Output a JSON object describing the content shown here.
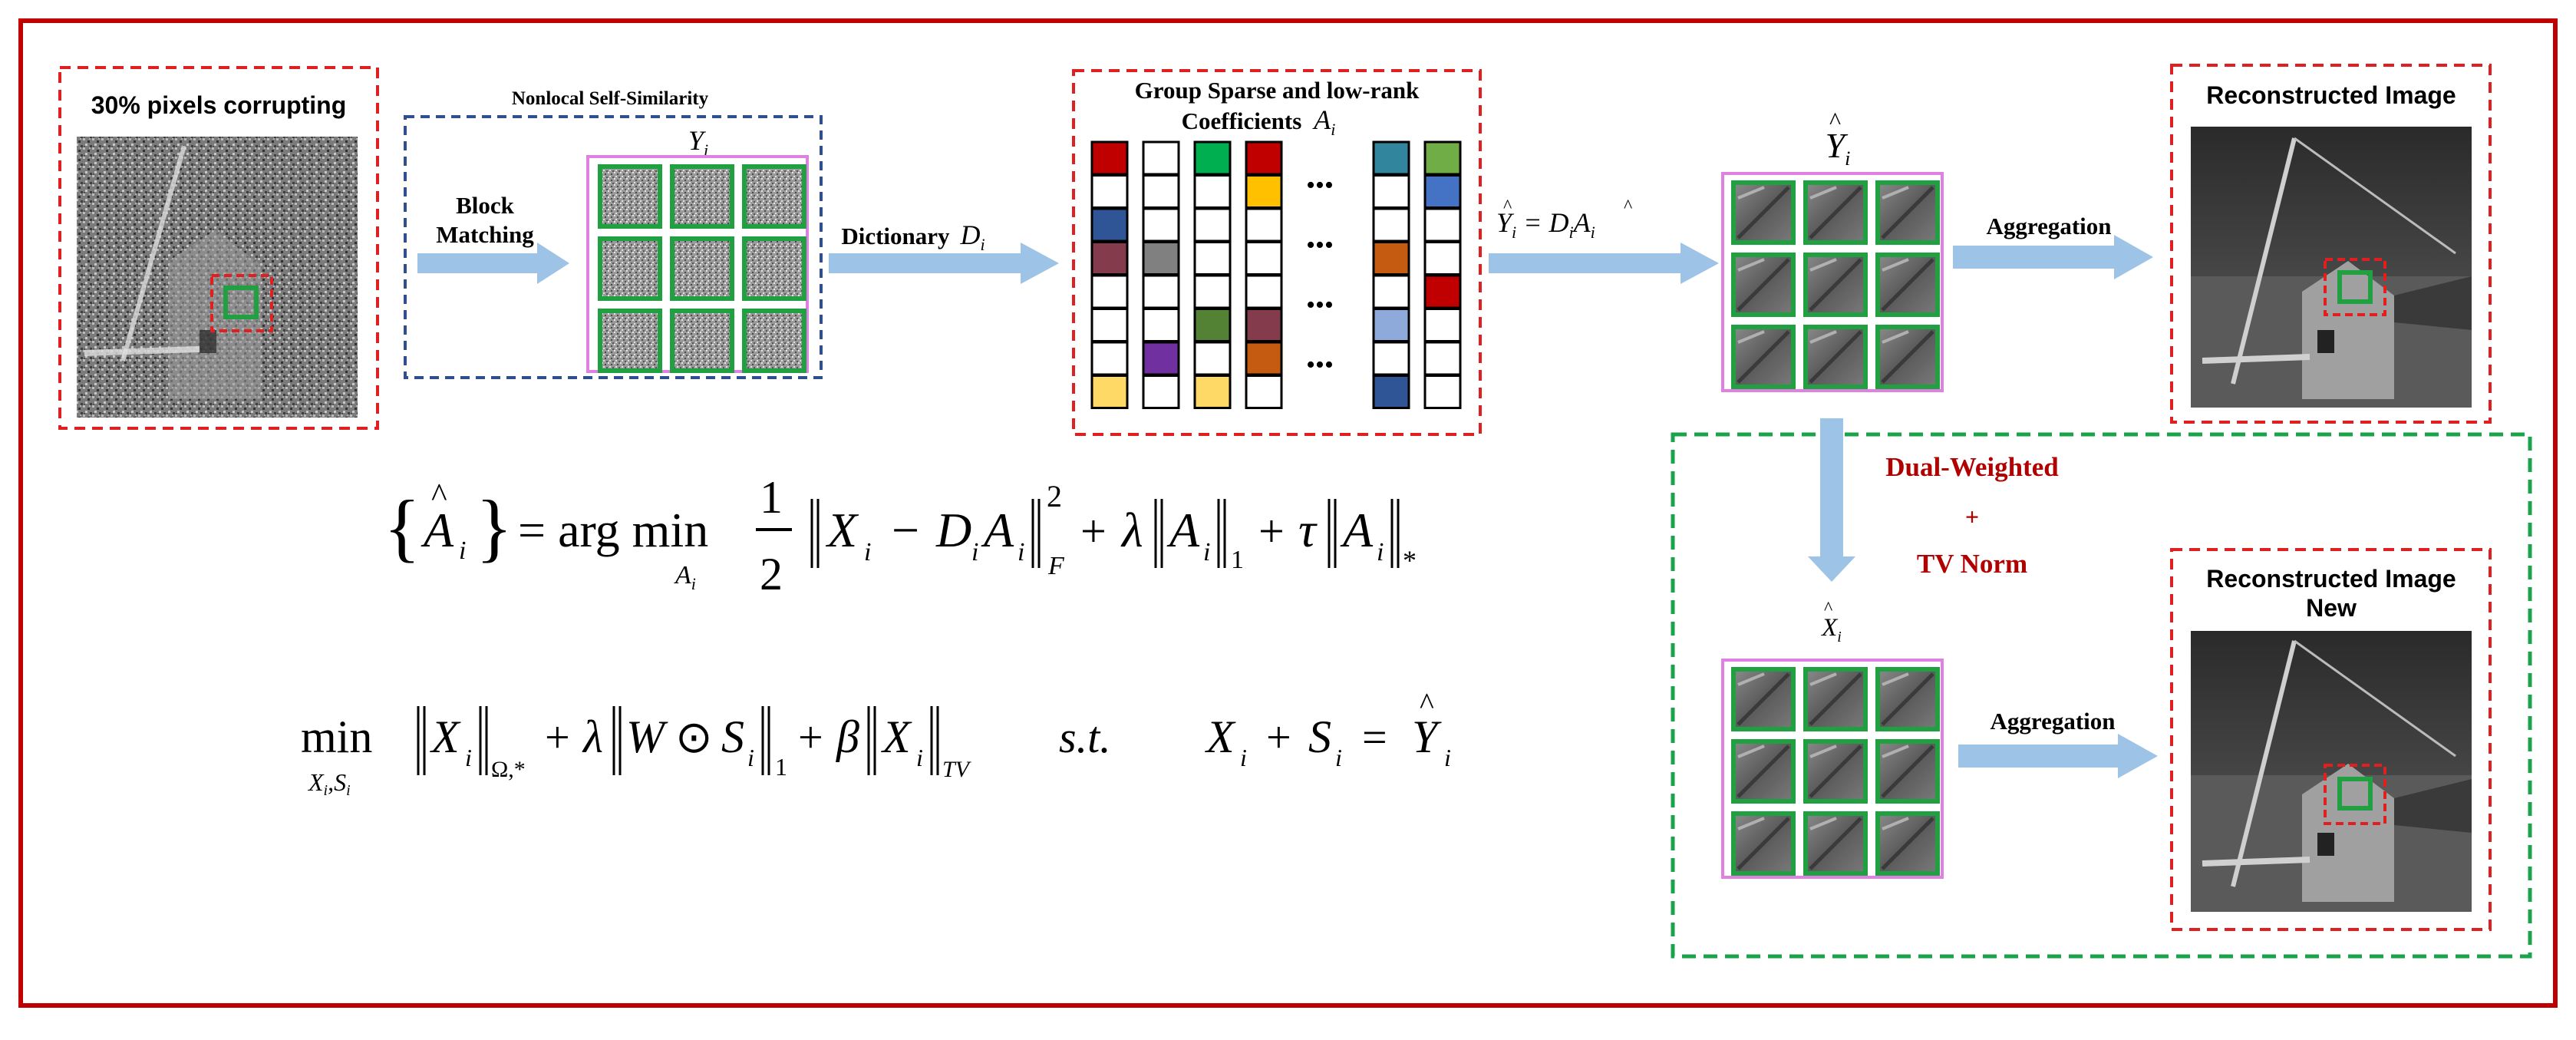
{
  "labels": {
    "corrupt_title": "30% pixels corrupting",
    "nss_title": "Nonlocal Self-Similarity",
    "block_matching_1": "Block",
    "block_matching_2": "Matching",
    "yi": "Y",
    "yi_sub": "i",
    "dictionary": "Dictionary",
    "di": "D",
    "di_sub": "i",
    "group_title_1": "Group Sparse and low-rank",
    "group_title_2": "Coefficients",
    "ai": "A",
    "ai_sub": "i",
    "yhat": "Y",
    "yhat_sub": "i",
    "recon_eq_lhs": "Y",
    "recon_eq_mid": " = D",
    "recon_eq_rhs": "A",
    "aggregation_1": "Aggregation",
    "aggregation_2": "Aggregation",
    "recon_title": "Reconstructed Image",
    "recon_new_1": "Reconstructed Image",
    "recon_new_2": "New",
    "dual_1": "Dual-Weighted",
    "dual_plus": "+",
    "dual_2": "TV Norm",
    "xhat": "X",
    "xhat_sub": "i",
    "dots": "•••",
    "eq1_argmin": "= arg min",
    "eq1_sub": "A",
    "eq1_half_num": "1",
    "eq1_half_den": "2",
    "eq2_min": "min",
    "eq2_min_sub": "X",
    "eq2_st": "s.t.",
    "eq_omega": "Ω,*",
    "eq_F": "F",
    "eq_two": "2",
    "eq_one": "1",
    "eq_star": "*",
    "eq_TV": "TV",
    "lambda": "λ",
    "tau": "τ",
    "beta": "β",
    "odot": "⊙"
  },
  "colors": {
    "outer_border": "#c00000",
    "red_dash": "#e02020",
    "blue_dash": "#2f4f8f",
    "green_dash": "#1aa34a",
    "pink": "#e080e0",
    "patch_green": "#20a040",
    "arrow": "#9dc3e6",
    "dual_text": "#b00000"
  },
  "coefficient_columns": [
    [
      "#c00000",
      "#ffffff",
      "#2f5597",
      "#843c4c",
      "#ffffff",
      "#ffffff",
      "#ffffff",
      "#ffd966"
    ],
    [
      "#ffffff",
      "#ffffff",
      "#ffffff",
      "#808080",
      "#ffffff",
      "#ffffff",
      "#7030a0",
      "#ffffff"
    ],
    [
      "#00b050",
      "#ffffff",
      "#ffffff",
      "#ffffff",
      "#ffffff",
      "#548235",
      "#ffffff",
      "#ffd966"
    ],
    [
      "#c00000",
      "#ffc000",
      "#ffffff",
      "#ffffff",
      "#ffffff",
      "#843c4c",
      "#c55a11",
      "#ffffff"
    ],
    [
      "#ffffff",
      "#ffffff",
      "#ffffff",
      "#ffffff",
      "#7030a0",
      "#ffffff",
      "#92d050",
      "#ffffff"
    ],
    [
      "#31859c",
      "#ffffff",
      "#ffffff",
      "#c55a11",
      "#ffffff",
      "#8eaadb",
      "#ffffff",
      "#2f5597"
    ],
    [
      "#70ad47",
      "#4472c4",
      "#ffffff",
      "#ffffff",
      "#c00000",
      "#ffffff",
      "#ffffff",
      "#ffffff"
    ]
  ]
}
